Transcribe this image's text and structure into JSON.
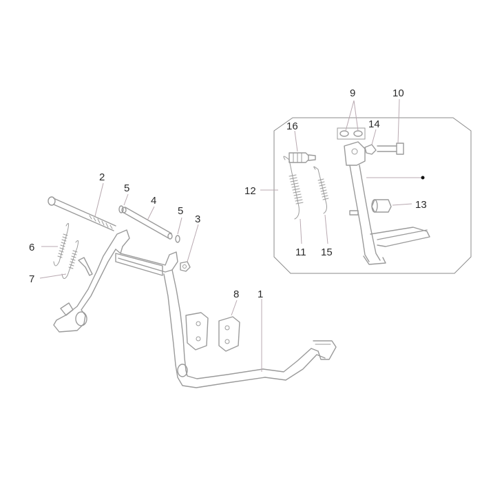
{
  "diagram": {
    "callouts": [
      {
        "id": "c1",
        "label": "1"
      },
      {
        "id": "c2",
        "label": "2"
      },
      {
        "id": "c3",
        "label": "3"
      },
      {
        "id": "c4",
        "label": "4"
      },
      {
        "id": "c5a",
        "label": "5"
      },
      {
        "id": "c5b",
        "label": "5"
      },
      {
        "id": "c6",
        "label": "6"
      },
      {
        "id": "c7",
        "label": "7"
      },
      {
        "id": "c8",
        "label": "8"
      },
      {
        "id": "c9",
        "label": "9"
      },
      {
        "id": "c10",
        "label": "10"
      },
      {
        "id": "c11",
        "label": "11"
      },
      {
        "id": "c12",
        "label": "12"
      },
      {
        "id": "c13",
        "label": "13"
      },
      {
        "id": "c14",
        "label": "14"
      },
      {
        "id": "c15",
        "label": "15"
      },
      {
        "id": "c16",
        "label": "16"
      }
    ],
    "colors": {
      "line": "#9a9a9a",
      "leader": "#b8a8b0",
      "text": "#2a2a2a",
      "background": "#ffffff"
    }
  }
}
